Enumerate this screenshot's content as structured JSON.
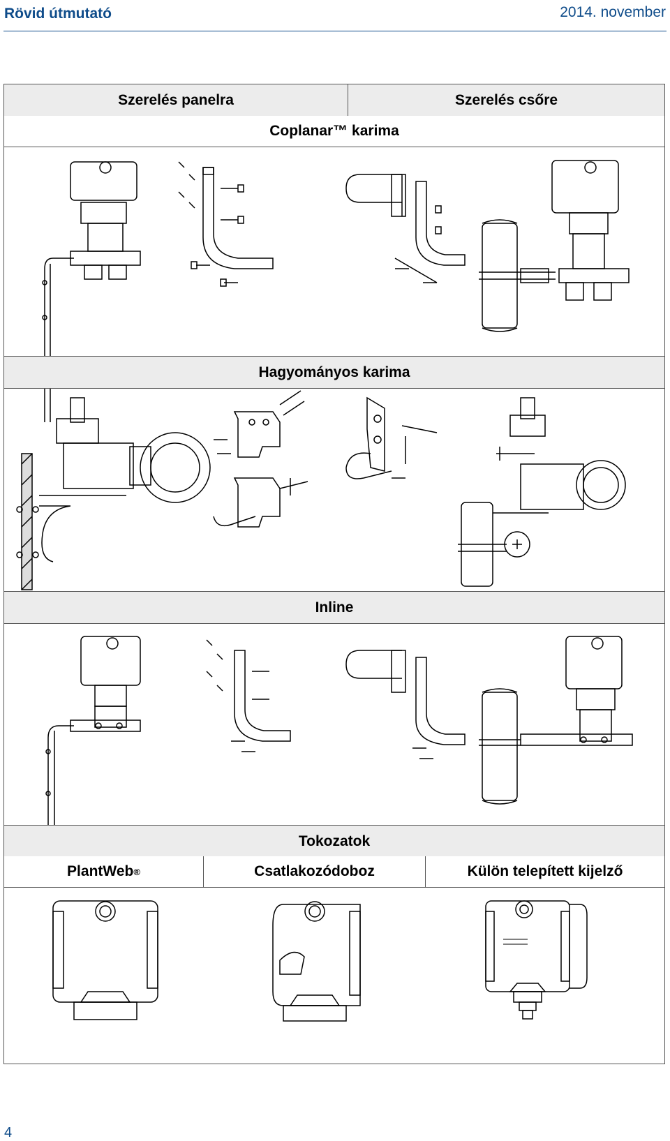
{
  "header": {
    "left": "Rövid útmutató",
    "right": "2014. november"
  },
  "table": {
    "col_panel": "Szerelés panelra",
    "col_pipe": "Szerelés csőre",
    "row_coplanar": "Coplanar™ karima",
    "row_traditional": "Hagyományos karima",
    "row_inline": "Inline",
    "row_housings": "Tokozatok",
    "housing_plantweb": "PlantWeb",
    "housing_plantweb_sup": "®",
    "housing_junction": "Csatlakozódoboz",
    "housing_remote": "Külön telepített kijelző"
  },
  "page_number": "4"
}
